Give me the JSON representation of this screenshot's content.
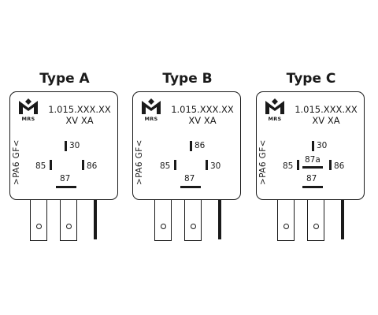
{
  "relays": [
    {
      "title": "Type A",
      "brand": "MRS",
      "part_line1": "1.015.XXX.XX",
      "part_line2": "XV XA",
      "side_text": ">PA6 GF<",
      "pins": {
        "p30": "30",
        "p85": "85",
        "p86": "86",
        "p87": "87"
      }
    },
    {
      "title": "Type B",
      "brand": "MRS",
      "part_line1": "1.015.XXX.XX",
      "part_line2": "XV XA",
      "side_text": ">PA6 GF<",
      "pins": {
        "p86": "86",
        "p85": "85",
        "p30": "30",
        "p87": "87"
      }
    },
    {
      "title": "Type C",
      "brand": "MRS",
      "part_line1": "1.015.XXX.XX",
      "part_line2": "XV XA",
      "side_text": ">PA6 GF<",
      "pins": {
        "p30": "30",
        "p85": "85",
        "p87a": "87a",
        "p86": "86",
        "p87": "87"
      }
    }
  ]
}
